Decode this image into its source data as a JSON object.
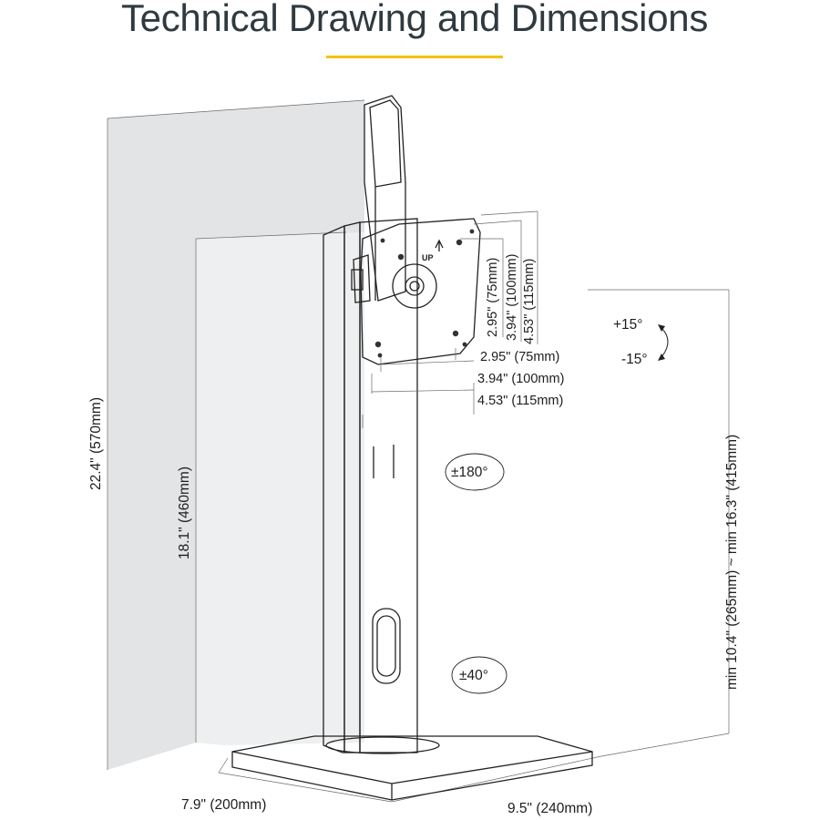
{
  "header": {
    "title": "Technical Drawing and Dimensions",
    "accent_color": "#f1c400"
  },
  "drawing": {
    "overall_height": "22.4\" (570mm)",
    "column_height": "18.1\" (460mm)",
    "height_range": "min 10.4\" (265mm) ~ min 16.3\" (415mm)",
    "base_depth": "7.9\" (200mm)",
    "base_width": "9.5\" (240mm)",
    "tilt_up": "+15°",
    "tilt_down": "-15°",
    "swivel": "±180°",
    "rotation": "±40°",
    "vesa_plate_label": "UP",
    "vesa_vertical": [
      "2.95\" (75mm)",
      "3.94\" (100mm)",
      "4.53\" (115mm)"
    ],
    "vesa_horizontal": [
      "2.95\" (75mm)",
      "3.94\" (100mm)",
      "4.53\" (115mm)"
    ]
  }
}
